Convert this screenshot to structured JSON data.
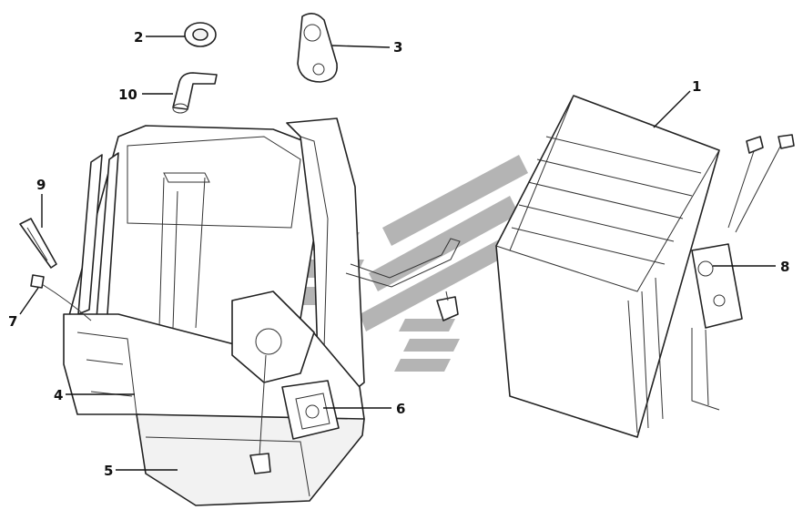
{
  "callouts": [
    {
      "id": "1",
      "label": "1"
    },
    {
      "id": "2",
      "label": "2"
    },
    {
      "id": "3",
      "label": "3"
    },
    {
      "id": "4",
      "label": "4"
    },
    {
      "id": "5",
      "label": "5"
    },
    {
      "id": "6",
      "label": "6"
    },
    {
      "id": "7",
      "label": "7"
    },
    {
      "id": "8",
      "label": "8"
    },
    {
      "id": "9",
      "label": "9"
    },
    {
      "id": "10",
      "label": "10"
    }
  ],
  "colors": {
    "line": "#111111",
    "watermark": "#9e9e9e",
    "background": "#ffffff"
  }
}
